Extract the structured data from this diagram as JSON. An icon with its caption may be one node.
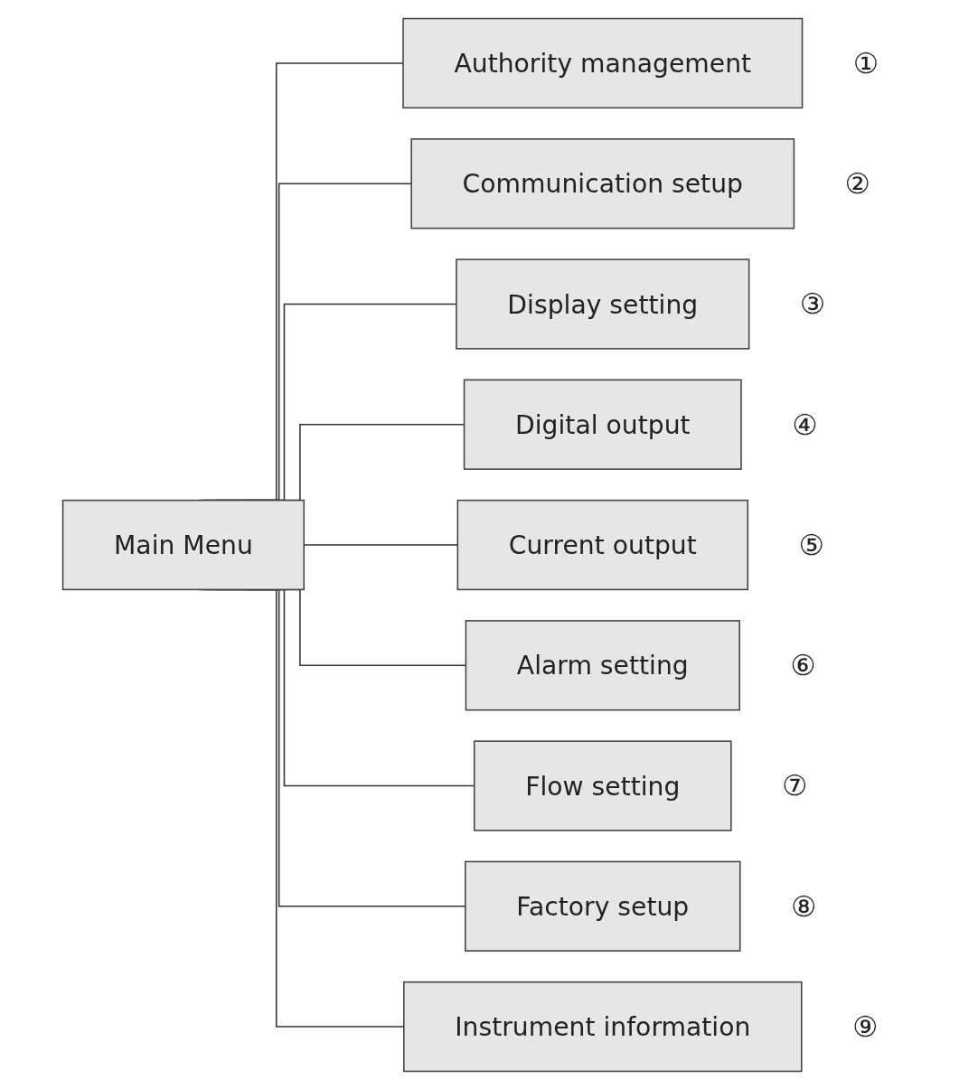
{
  "diagram": {
    "nodes": [
      {
        "text": [
          "Main Menu"
        ]
      },
      {
        "text": [
          "Authority management"
        ],
        "beside": [
          "①"
        ]
      },
      {
        "text": [
          "Communication setup"
        ],
        "beside": [
          "②"
        ]
      },
      {
        "text": [
          "Display setting"
        ],
        "beside": [
          "③"
        ]
      },
      {
        "text": [
          "Digital output"
        ],
        "beside": [
          "④"
        ]
      },
      {
        "text": [
          "Current output"
        ],
        "beside": [
          "⑤"
        ]
      },
      {
        "text": [
          "Alarm setting"
        ],
        "beside": [
          "⑥"
        ]
      },
      {
        "text": [
          "Flow setting"
        ],
        "beside": [
          "⑦"
        ]
      },
      {
        "text": [
          "Factory setup"
        ],
        "beside": [
          "⑧"
        ]
      },
      {
        "text": [
          "Instrument information"
        ],
        "beside": [
          "⑨"
        ]
      }
    ],
    "edges": [
      {
        "from": 0,
        "to": 1,
        "arrow": "none"
      },
      {
        "from": 0,
        "to": 2,
        "arrow": "none"
      },
      {
        "from": 0,
        "to": 3,
        "arrow": "none"
      },
      {
        "from": 0,
        "to": 4,
        "arrow": "none"
      },
      {
        "from": 0,
        "to": 5,
        "arrow": "none"
      },
      {
        "from": 0,
        "to": 6,
        "arrow": "none"
      },
      {
        "from": 0,
        "to": 7,
        "arrow": "none"
      },
      {
        "from": 0,
        "to": 8,
        "arrow": "none"
      },
      {
        "from": 0,
        "to": 9,
        "arrow": "none"
      }
    ]
  }
}
